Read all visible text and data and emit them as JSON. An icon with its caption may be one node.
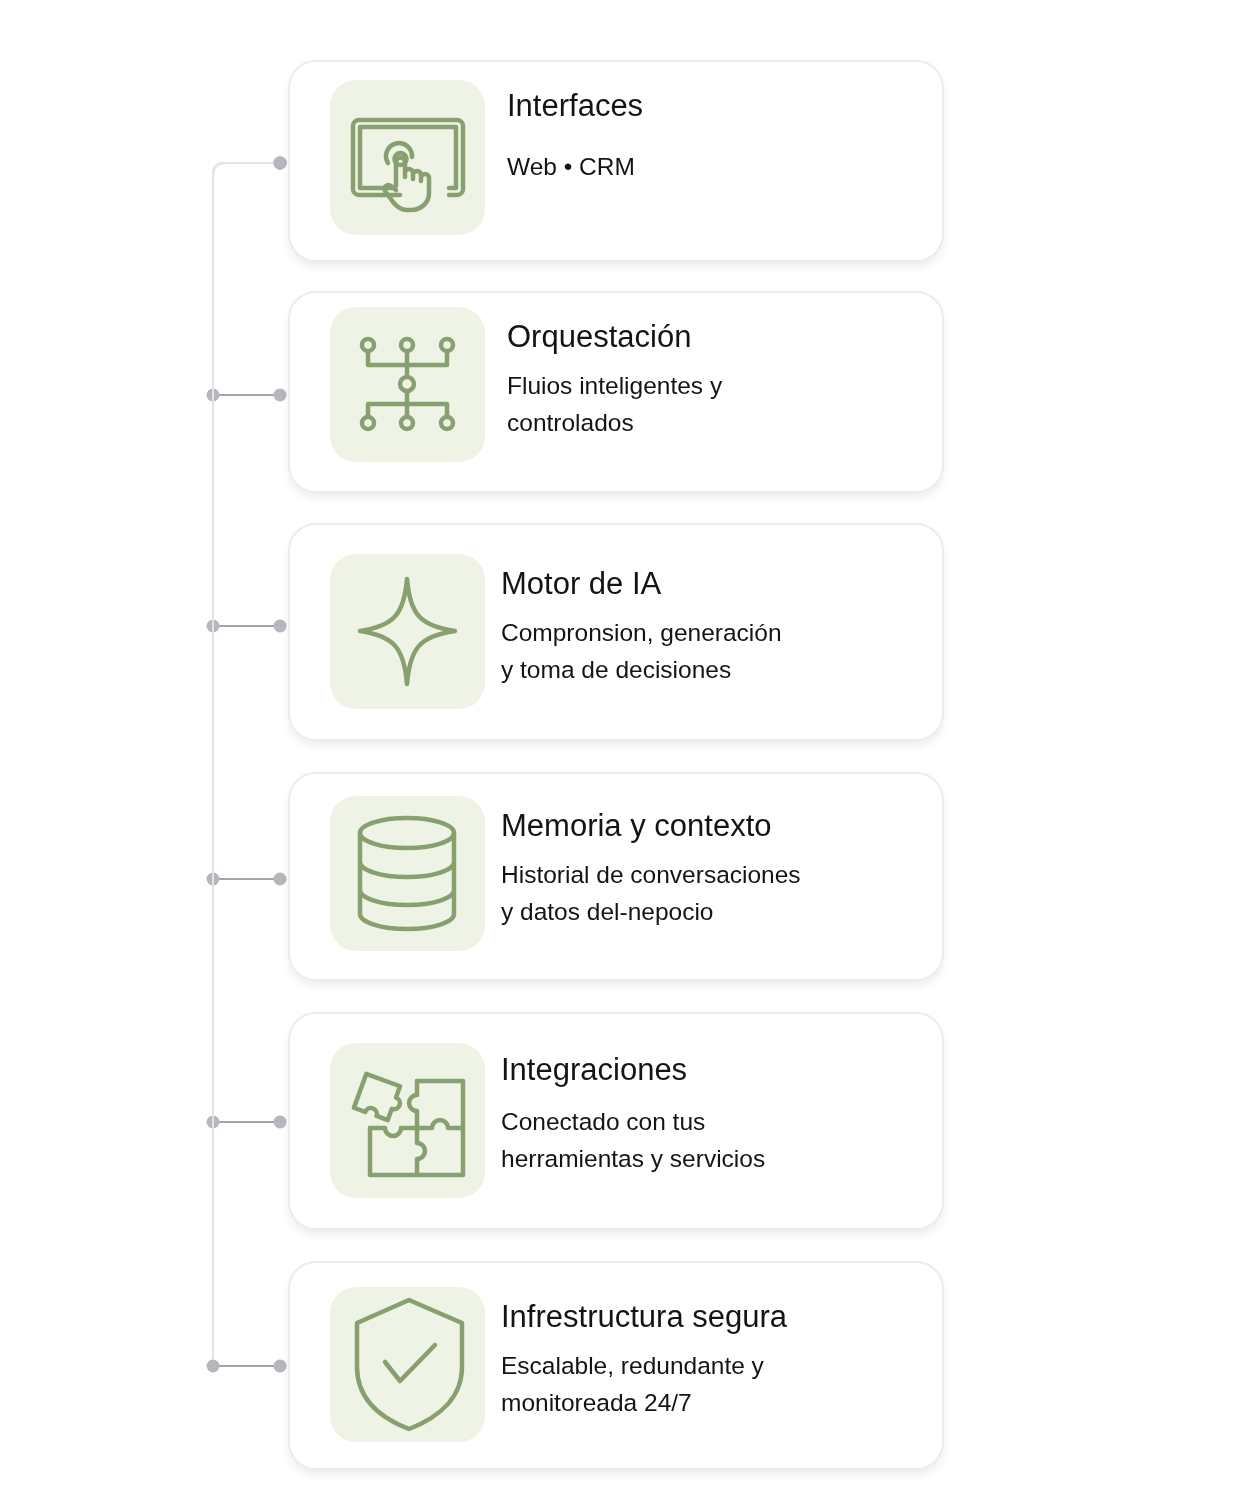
{
  "diagram": {
    "nodes": [
      {
        "text": [
          "Interfaces",
          "Web • CRM"
        ]
      },
      {
        "text": [
          "Orquestación",
          "Fluios inteligentes y controlados"
        ]
      },
      {
        "text": [
          "Motor de IA",
          "Compronsion, generación y toma de decisiones"
        ]
      },
      {
        "text": [
          "Memoria y contexto",
          "Historial de conversaciones y datos del-nepocio"
        ]
      },
      {
        "text": [
          "Integraciones",
          "Conectado con tus herramientas y servicios"
        ]
      },
      {
        "text": [
          "Infrestructura segura",
          "Escalable, redundante y monitoreada 24/7"
        ]
      }
    ],
    "edges": [
      {
        "from": 0,
        "to": 1,
        "arrow": "other"
      },
      {
        "from": 0,
        "to": 2,
        "arrow": "other"
      },
      {
        "from": 0,
        "to": 3,
        "arrow": "other"
      },
      {
        "from": 0,
        "to": 4,
        "arrow": "other"
      },
      {
        "from": 0,
        "to": 5,
        "arrow": "other"
      }
    ]
  }
}
